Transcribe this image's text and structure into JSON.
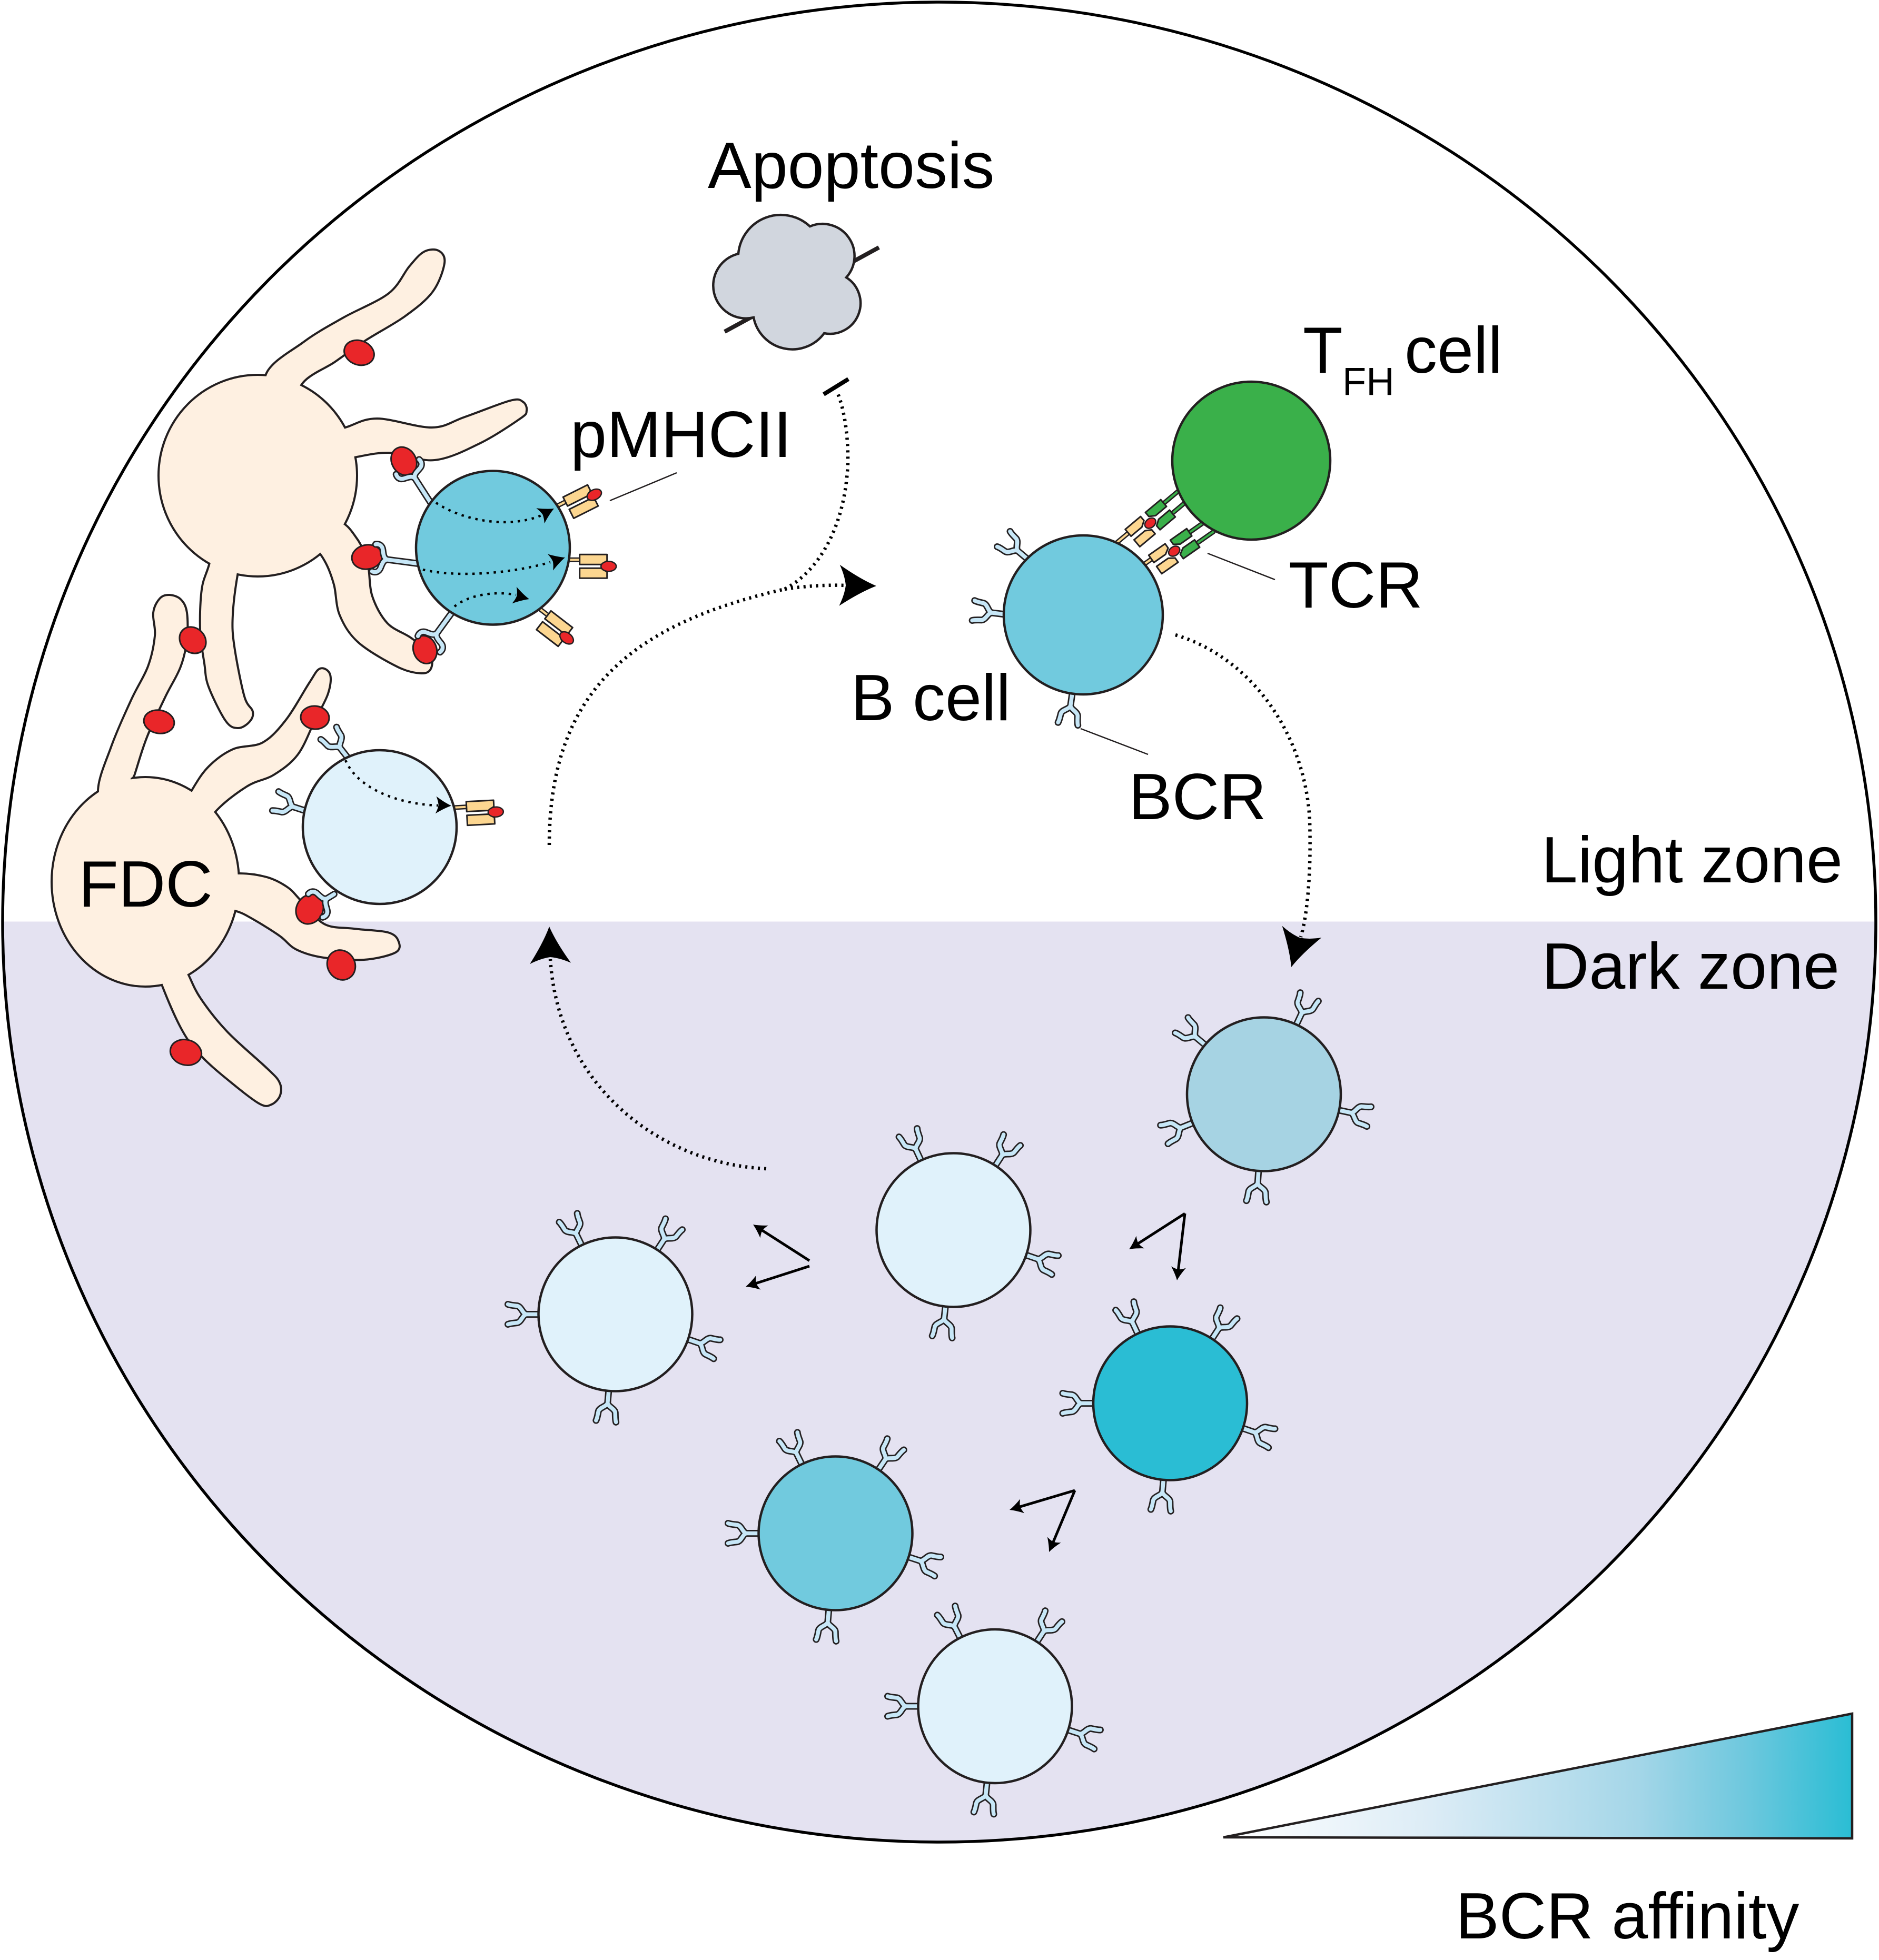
{
  "diagram": {
    "labels": {
      "apoptosis": "Apoptosis",
      "pmhcii": "pMHCII",
      "tfh_cell": {
        "main": "T",
        "subscript": "FH",
        "suffix": "cell"
      },
      "tcr": "TCR",
      "b_cell": "B cell",
      "bcr": "BCR",
      "fdc": "FDC"
    },
    "zones": {
      "light": {
        "label": "Light zone",
        "fill": "#ffffff"
      },
      "dark": {
        "label": "Dark zone",
        "fill": "#e4e2f1"
      }
    },
    "legend": {
      "label": "BCR affinity",
      "gradient_colors": [
        "#ffffff",
        "#dcecf6",
        "#a4d6e8",
        "#6ec8de",
        "#2abdd4"
      ]
    },
    "affinity_colors": {
      "low": "#e0f2fb",
      "medium_low": "#a6d3e3",
      "medium": "#71cade",
      "high": "#2abdd4"
    },
    "colors": {
      "outline": "#231f20",
      "arrow": "#000000",
      "fdc": "#fef0e1",
      "antigen": "#e92629",
      "bcr": "#c7e7f7",
      "mhc": "#fcd690",
      "tcr": "#3ab04a",
      "tfh_cell": "#3ab04a",
      "apoptotic_cell": "#d1d6de"
    },
    "b_cells": [
      {
        "zone": "light",
        "affinity": "medium",
        "contact": "FDC"
      },
      {
        "zone": "light",
        "affinity": "low",
        "contact": "FDC"
      },
      {
        "zone": "light",
        "affinity": "medium",
        "contact": "TFH cell"
      },
      {
        "zone": "dark",
        "affinity": "medium_low"
      },
      {
        "zone": "dark",
        "affinity": "low"
      },
      {
        "zone": "dark",
        "affinity": "low"
      },
      {
        "zone": "dark",
        "affinity": "high"
      },
      {
        "zone": "dark",
        "affinity": "medium"
      },
      {
        "zone": "dark",
        "affinity": "low"
      }
    ]
  }
}
